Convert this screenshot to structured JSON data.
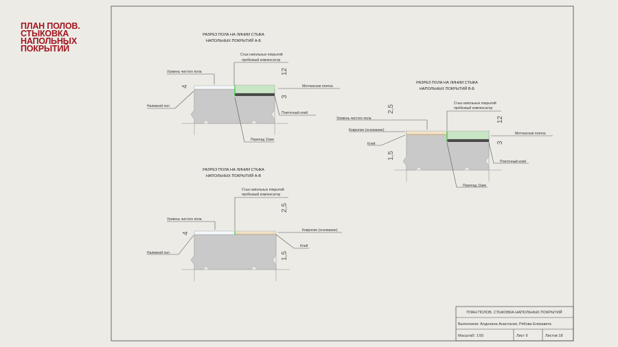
{
  "sheet_title": [
    "ПЛАН ПОЛОВ.",
    "СТЫКОВКА",
    "НАПОЛЬНЫХ",
    "ПОКРЫТИЙ"
  ],
  "section_ab": {
    "title": [
      "РАЗРЕЗ ПОЛА НА ЛИНИИ СТЫКА",
      "НАПОЛЬНЫХ ПОКРЫТИЙ А-Б"
    ],
    "joint": [
      "Стык напольных покрытий",
      "пробковый компенсатор"
    ],
    "floor_level": "Уровень чистого пола",
    "self_level": "Наливной пол",
    "tile": "Метлахская плитка",
    "tile_glue": "Плиточный клей",
    "drop": "Перепад 11мм",
    "dims": [
      "4",
      "12",
      "3"
    ]
  },
  "section_vb": {
    "title": [
      "РАЗРЕЗ ПОЛА НА ЛИНИИ СТЫКА",
      "НАПОЛЬНЫХ ПОКРЫТИЙ В-Б"
    ],
    "joint": [
      "Стык напольных покрытий",
      "пробковый компенсатор"
    ],
    "floor_level": "Уровень чистого пола",
    "carpet": "Ковролин (основание)",
    "glue": "Клей",
    "tile": "Метлахская плитка",
    "tile_glue": "Плиточный клей",
    "drop": "Перепад 11мм",
    "dims": [
      "2,5",
      "1,5",
      "12",
      "3"
    ]
  },
  "section_av": {
    "title": [
      "РАЗРЕЗ ПОЛА НА ЛИНИИ СТЫКА",
      "НАПОЛЬНЫХ ПОКРЫТИЙ А-В"
    ],
    "joint": [
      "Стык напольных покрытий",
      "пробковый компенсатор"
    ],
    "floor_level": "Уровень чистого пола",
    "self_level": "Наливной пол",
    "carpet": "Ковролин (основание)",
    "glue": "Клей",
    "dims": [
      "4",
      "2,5",
      "1,5"
    ]
  },
  "title_block": {
    "name": "ПЛАН ПОЛОВ. СТЫКОВКА НАПОЛЬНЫХ ПОКРЫТИЙ",
    "authors": "Выполнили: Алдонина Анастасия, Рябова Елизавета",
    "scale": "Масштаб: 1:50",
    "sheet": "Лист 9",
    "sheets": "Листов 18"
  },
  "colors": {
    "accent": "#a3141f",
    "tile": "#c8e6c4",
    "joint": "#33cc33",
    "carpet": "#efe3cf"
  }
}
